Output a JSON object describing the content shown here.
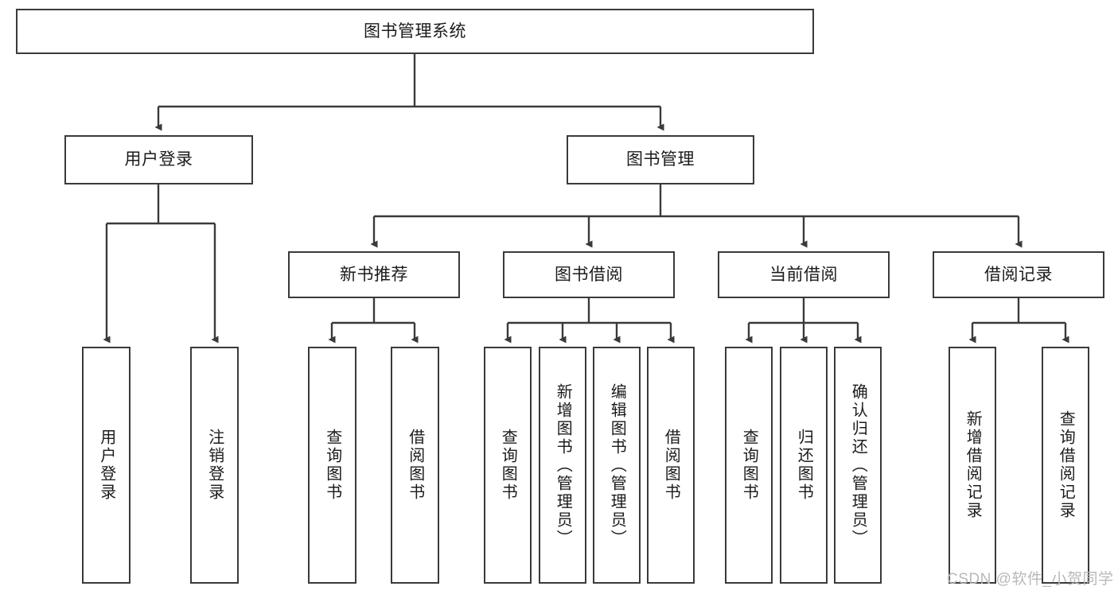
{
  "diagram": {
    "title_node": {
      "label": "图书管理系统"
    },
    "level2": [
      {
        "id": "user-login",
        "label": "用户登录"
      },
      {
        "id": "book-management",
        "label": "图书管理"
      }
    ],
    "level3": [
      {
        "id": "new-book-recommend",
        "label": "新书推荐"
      },
      {
        "id": "book-borrow",
        "label": "图书借阅"
      },
      {
        "id": "current-borrow",
        "label": "当前借阅"
      },
      {
        "id": "borrow-record",
        "label": "借阅记录"
      }
    ],
    "leaves": [
      {
        "id": "leaf-user-login",
        "label": "用户登录"
      },
      {
        "id": "leaf-logout-login",
        "label": "注销登录"
      },
      {
        "id": "leaf-query-book-1",
        "label": "查询图书"
      },
      {
        "id": "leaf-borrow-book-1",
        "label": "借阅图书"
      },
      {
        "id": "leaf-query-book-2",
        "label": "查询图书"
      },
      {
        "id": "leaf-add-book",
        "label": "新增图书（管理员）"
      },
      {
        "id": "leaf-edit-book",
        "label": "编辑图书（管理员）"
      },
      {
        "id": "leaf-borrow-book-2",
        "label": "借阅图书"
      },
      {
        "id": "leaf-query-book-3",
        "label": "查询图书"
      },
      {
        "id": "leaf-return-book",
        "label": "归还图书"
      },
      {
        "id": "leaf-confirm-return",
        "label": "确认归还（管理员）"
      },
      {
        "id": "leaf-add-borrow-record",
        "label": "新增借阅记录"
      },
      {
        "id": "leaf-query-borrow-record",
        "label": "查询借阅记录"
      }
    ],
    "watermark": "CSDN @软件_小贺同学",
    "colors": {
      "stroke": "#3a3a3a",
      "fill": "#ffffff",
      "text": "#1b1b1b",
      "watermark": "#b9b9b9"
    }
  }
}
